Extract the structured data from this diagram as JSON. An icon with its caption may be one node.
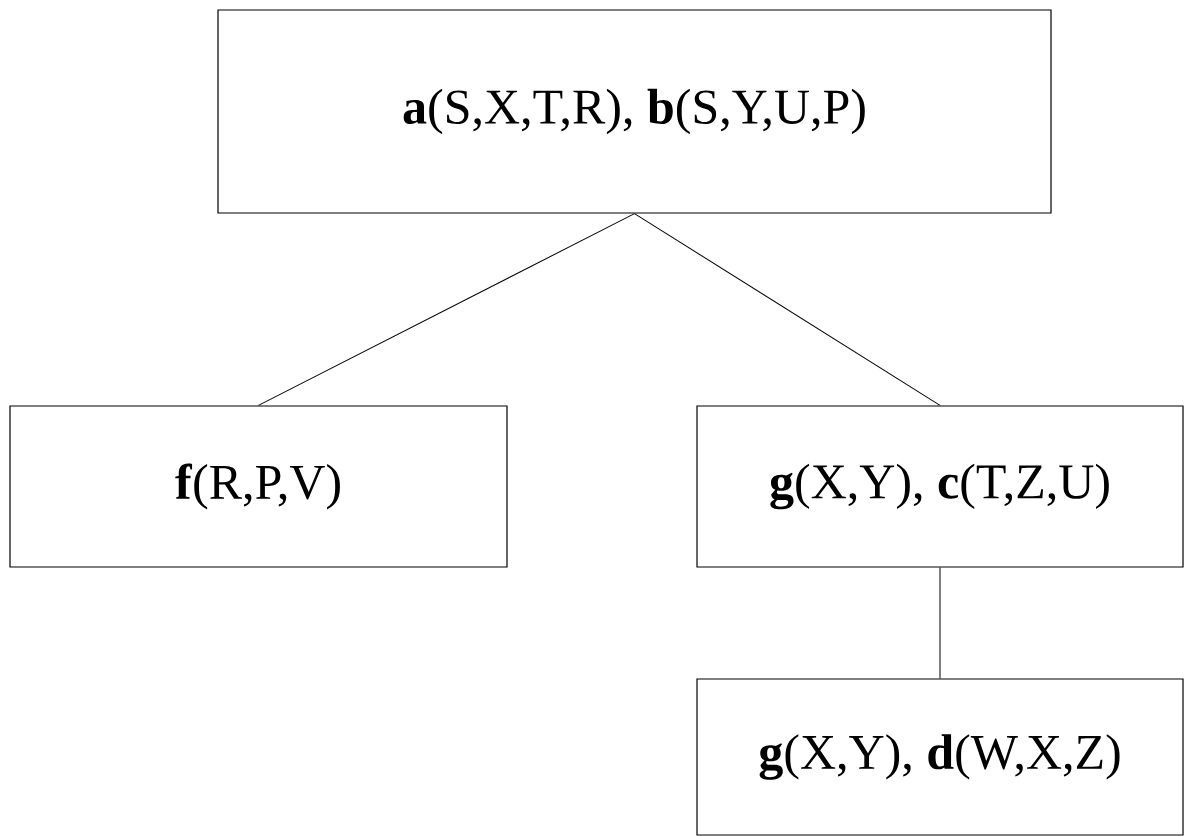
{
  "diagram": {
    "nodes": [
      {
        "text": [
          "**a**(S,X,T,R), **b**(S,Y,U,P)"
        ]
      },
      {
        "text": [
          "**f**(R,P,V)"
        ]
      },
      {
        "text": [
          "**g**(X,Y), **c**(T,Z,U)"
        ]
      },
      {
        "text": [
          "**g**(X,Y), **d**(W,X,Z)"
        ]
      }
    ],
    "edges": [
      {
        "from": 0,
        "to": 1,
        "arrow": "none"
      },
      {
        "from": 0,
        "to": 2,
        "arrow": "none"
      },
      {
        "from": 2,
        "to": 3,
        "arrow": "none"
      }
    ]
  }
}
